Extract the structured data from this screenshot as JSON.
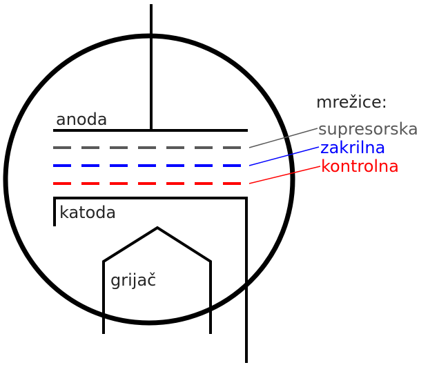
{
  "diagram": {
    "labels": {
      "anoda": "anoda",
      "katoda": "katoda",
      "grijac": "grijač",
      "mrezice": "mrežice:"
    },
    "grids": [
      {
        "key": "supresorska",
        "label": "supresorska",
        "color": "#595959"
      },
      {
        "key": "zakrilna",
        "label": "zakrilna",
        "color": "#0000ff"
      },
      {
        "key": "kontrolna",
        "label": "kontrolna",
        "color": "#ff0000"
      }
    ],
    "colors": {
      "outline": "#000000",
      "text": "#262626",
      "background": "#ffffff"
    }
  }
}
